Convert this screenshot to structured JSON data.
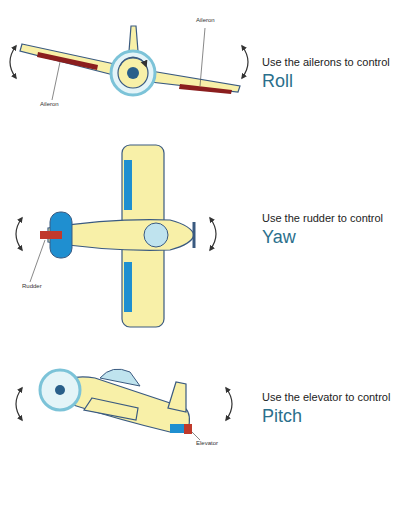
{
  "diagram": {
    "labels": [
      "Aileron",
      "Use the ailerons to control",
      "Roll",
      "Aileron",
      "Rudder",
      "Use the rudder to control",
      "Yaw",
      "Use the elevator to control",
      "Pitch",
      "Elevator"
    ]
  }
}
